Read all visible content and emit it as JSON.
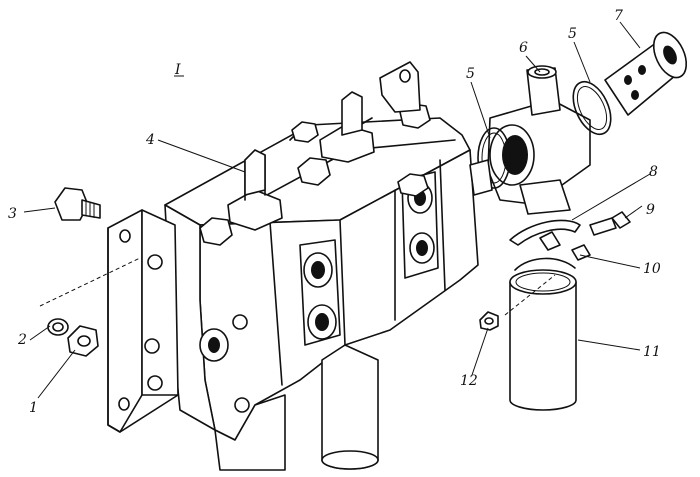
{
  "figure": {
    "view_label": "I",
    "callouts": [
      "1",
      "2",
      "3",
      "4",
      "5",
      "5",
      "6",
      "7",
      "8",
      "9",
      "10",
      "11",
      "12"
    ]
  }
}
